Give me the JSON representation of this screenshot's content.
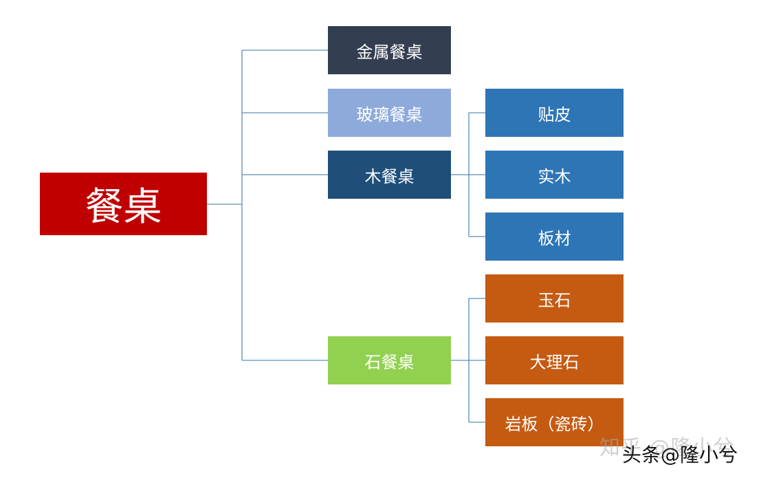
{
  "diagram": {
    "root": {
      "label": "餐桌",
      "color": "#c00000"
    },
    "categories": [
      {
        "label": "金属餐桌",
        "color": "#333f50"
      },
      {
        "label": "玻璃餐桌",
        "color": "#8eaadb"
      },
      {
        "label": "木餐桌",
        "color": "#1f4e79"
      },
      {
        "label": "石餐桌",
        "color": "#92d050"
      }
    ],
    "wood_types": [
      {
        "label": "贴皮",
        "color": "#2e75b6"
      },
      {
        "label": "实木",
        "color": "#2e75b6"
      },
      {
        "label": "板材",
        "color": "#2e75b6"
      }
    ],
    "stone_types": [
      {
        "label": "玉石",
        "color": "#c55a11"
      },
      {
        "label": "大理石",
        "color": "#c55a11"
      },
      {
        "label": "岩板（瓷砖）",
        "color": "#c55a11"
      }
    ],
    "connector_color": "#5b8db8"
  },
  "watermarks": {
    "faint": "知乎 @隆小兮",
    "main": "头条@隆小兮"
  }
}
